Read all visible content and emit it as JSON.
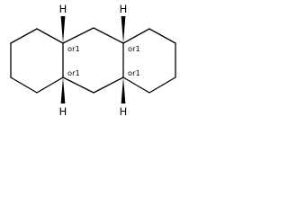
{
  "molecule": {
    "atom_labels": [
      "H",
      "H",
      "H",
      "H"
    ],
    "stereo_labels": [
      "or1",
      "or1",
      "or1",
      "or1"
    ],
    "colors": {
      "bond": "#000000",
      "background": "#ffffff"
    }
  }
}
